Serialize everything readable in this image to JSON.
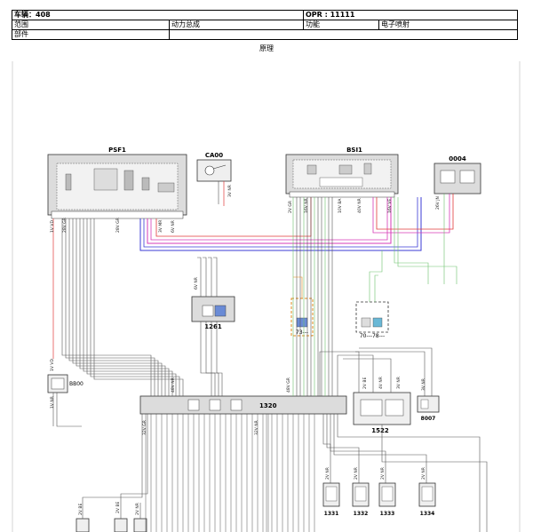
{
  "header": {
    "vehicle": "车辆：408",
    "opr": "OPR : 11111",
    "scope_label": "范围",
    "scope_value": "动力总成",
    "function_label": "功能",
    "function_value": "电子喷射",
    "part_label": "部件"
  },
  "section_title": "原理",
  "components": {
    "psf1": "PSF1",
    "ca00": "CA00",
    "bsi1": "BSI1",
    "c0004": "0004",
    "c1261": "1261",
    "c73": "73---",
    "c70_78": "70---78---",
    "c_bb00": "BB00",
    "c1320": "1320",
    "c1522": "1522",
    "c8007": "8007",
    "c1331": "1331",
    "c1332": "1332",
    "c1333": "1333",
    "c1334": "1334"
  },
  "connector_labels": {
    "psf1_a": "1V VD",
    "psf1_b": "28V GR",
    "psf1_c": "28V GR",
    "psf1_d": "3V MR",
    "psf1_e": "6V NR",
    "ca00_a": "3V NR",
    "bsi1_a": "2V GR",
    "bsi1_b": "16V NR",
    "bsi1_c": "10V BA",
    "bsi1_d": "40V NR",
    "bsi1_e": "16V VE",
    "c0004_a": "26V JN",
    "c1261_a": "6V NR",
    "bb00_a": "1V VD",
    "bb00_b": "1V NR",
    "c1320_a": "48V NR",
    "c1320_b": "48V GR",
    "c1320_c": "32V GR",
    "c1320_d": "32V NR",
    "c1522_a": "2V BE",
    "c1522_b": "4V NR",
    "c1522_c": "3V NR",
    "c8007_a": "3V NR",
    "c1331_a": "2V NR",
    "c1332_a": "2V NR",
    "c1333_a": "2V NR",
    "c1334_a": "2V NR",
    "low_a": "2V BE",
    "low_b": "2V BE",
    "low_c": "2V NR"
  },
  "colors": {
    "wire": "#555555",
    "blue": "#3b3bd6",
    "magenta": "#d63bb8",
    "red": "#e23b3b",
    "green": "#6cc26c",
    "orange": "#e08a1e",
    "box_fill": "#efefef",
    "panel_fill": "#dcdcdc"
  }
}
